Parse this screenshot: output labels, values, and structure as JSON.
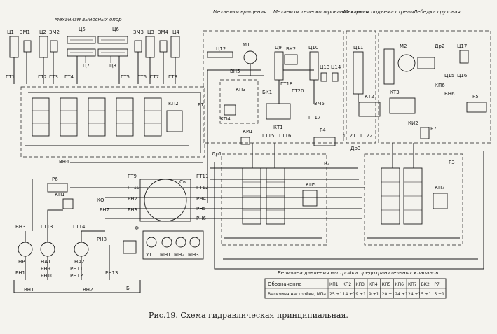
{
  "headings": {
    "outriggers": "Механизм выносных опор",
    "rotation": "Механизм вращения",
    "telescoping": "Механизм телескопирования стрелы",
    "lifting": "Механизм подъема стрелы",
    "winch": "Лебедка грузовая"
  },
  "labels": {
    "c1": "Ц1",
    "zm1": "ЗМ1",
    "c2": "Ц2",
    "zm2": "ЗМ2",
    "c5": "Ц5",
    "c6": "Ц6",
    "zm3": "ЗМ3",
    "c3": "Ц3",
    "zm4": "ЗМ4",
    "c4": "Ц4",
    "c7": "Ц7",
    "c8": "Ц8",
    "gt1": "ГТ1",
    "gt2": "ГТ2",
    "gt3": "ГТ3",
    "gt4": "ГТ4",
    "gt5": "ГТ5",
    "gt6": "ГТ6",
    "gt7": "ГТ7",
    "gt8": "ГТ8",
    "kp2": "КП2",
    "p1": "Р1",
    "vn4": "ВН4",
    "c12": "Ц12",
    "m1": "М1",
    "vn5": "ВН5",
    "kp3": "КП3",
    "kp4": "КП4",
    "bk1": "БК1",
    "ki1": "КИ1",
    "dr1": "Др1",
    "c9": "Ц9",
    "bk2": "БК2",
    "c10": "Ц10",
    "gt18": "ГТ18",
    "gt20": "ГТ20",
    "c13": "Ц13",
    "c14": "Ц14",
    "zm5": "ЗМ5",
    "gt17": "ГТ17",
    "kt1": "КТ1",
    "gt15": "ГТ15",
    "gt16": "ГТ16",
    "p4": "Р4",
    "p2": "Р2",
    "kp5": "КП5",
    "c11": "Ц11",
    "kt2": "КТ2",
    "gt21": "ГТ21",
    "gt22": "ГТ22",
    "dr3": "Др3",
    "m2": "М2",
    "dr2": "Др2",
    "c17": "Ц17",
    "c15": "Ц15",
    "c16": "Ц16",
    "kp6": "КП6",
    "vn6": "ВН6",
    "kt3": "КТ3",
    "ki2": "КИ2",
    "p5": "Р5",
    "p7": "Р7",
    "p3": "Р3",
    "kp7": "КП7",
    "p6": "Р6",
    "kp1": "КП1",
    "ko": "КО",
    "rn7": "РН7",
    "gt9": "ГТ9",
    "gt10": "ГТ10",
    "gt11": "ГТ11",
    "gt12": "ГТ12",
    "rn2": "РН2",
    "rn3": "РН3",
    "rn4": "РН4",
    "rn5": "РН5",
    "rn6": "РН6",
    "gt14": "ГТ14",
    "f": "Ф",
    "rn8": "РН8",
    "vn3": "ВН3",
    "gt13": "ГТ13",
    "np": "НР",
    "na1": "НА1",
    "na2": "НА2",
    "rn1": "РН1",
    "rn9": "РН9",
    "rn10": "РН10",
    "rn11": "РН11",
    "rn12": "РН12",
    "rn13": "РН13",
    "vn1": "ВН1",
    "vn2": "ВН2",
    "b": "Б",
    "ut": "УТ",
    "mn1": "МН1",
    "mn2": "МН2",
    "mn3": "МН3",
    "c_b": "Св"
  },
  "table": {
    "title": "Величина давления настройки предохранительных клапанов",
    "row1_head": "Обозначение",
    "row2_head": "Величина настройки, МПа",
    "columns": [
      "КП1",
      "КП2",
      "КП3",
      "КП4",
      "КП5",
      "КП6",
      "КП7",
      "БК2",
      "Р7"
    ],
    "values": [
      "25 +1",
      "14 +1",
      "9 +1",
      "9 +1",
      "20 +1",
      "24 +1",
      "24 +1",
      "5 +1",
      "5 +1"
    ]
  },
  "caption": "Рис.19. Схема гидравлическая принципиальная."
}
